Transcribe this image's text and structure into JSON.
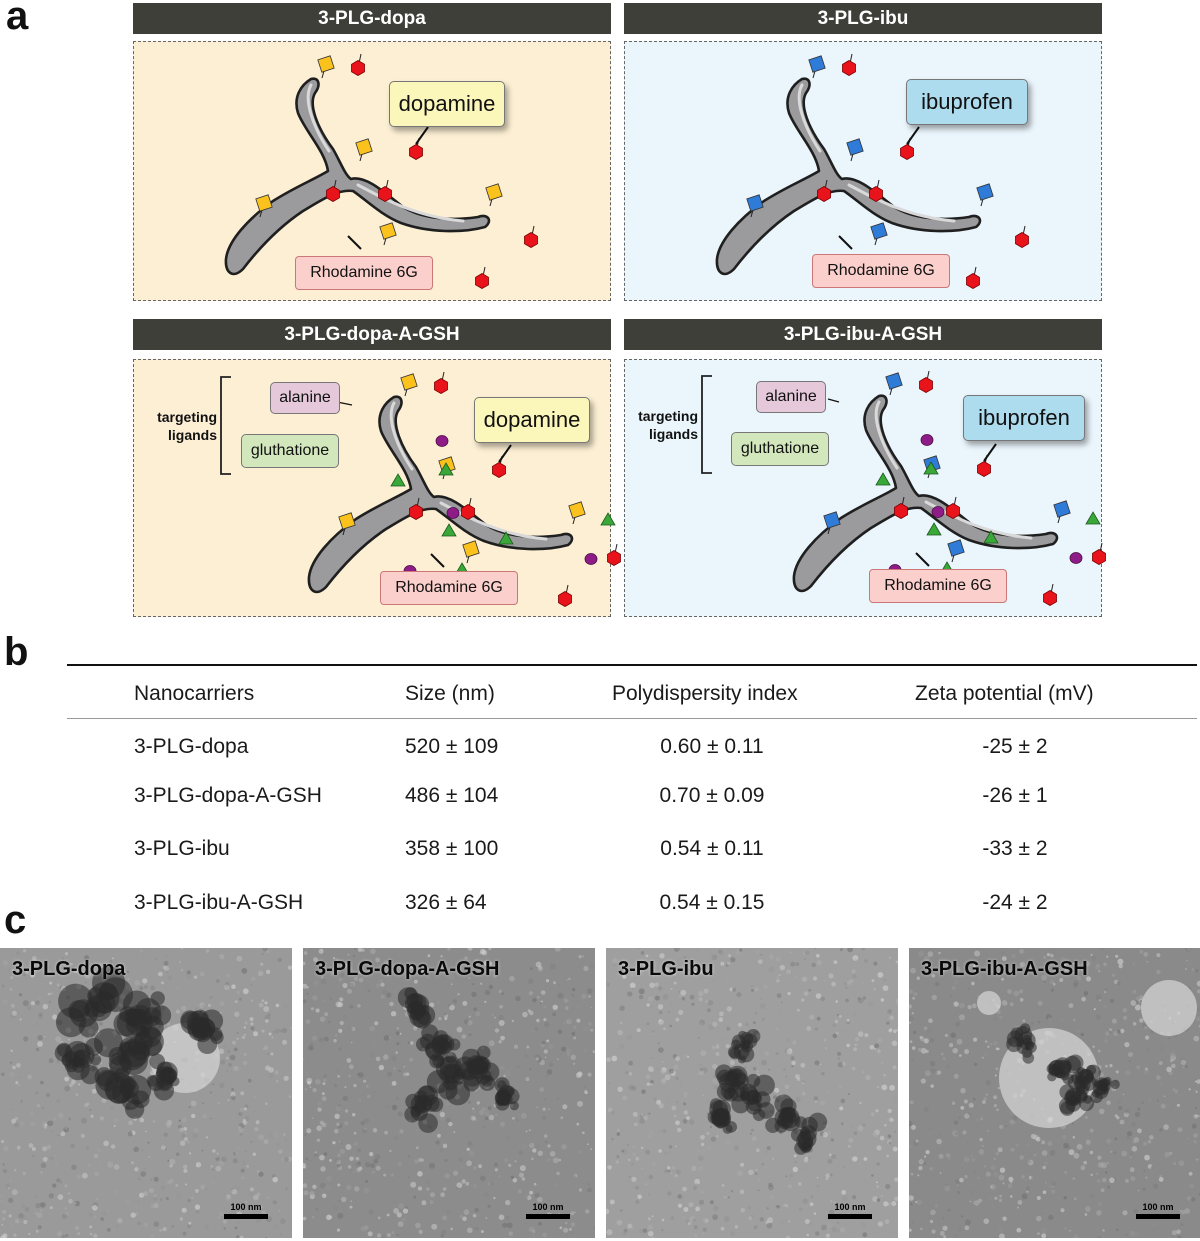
{
  "panels": {
    "a": "a",
    "b": "b",
    "c": "c"
  },
  "schemes": [
    {
      "title": "3-PLG-dopa",
      "drug_label": "dopamine",
      "dye_label": "Rhodamine 6G",
      "theme": "dopa",
      "targeted": false
    },
    {
      "title": "3-PLG-ibu",
      "drug_label": "ibuprofen",
      "dye_label": "Rhodamine 6G",
      "theme": "ibu",
      "targeted": false
    },
    {
      "title": "3-PLG-dopa-A-GSH",
      "drug_label": "dopamine",
      "dye_label": "Rhodamine 6G",
      "theme": "dopa",
      "targeted": true,
      "bracket_label_1": "targeting",
      "bracket_label_2": "ligands",
      "ligand_1": "alanine",
      "ligand_2": "gluthatione"
    },
    {
      "title": "3-PLG-ibu-A-GSH",
      "drug_label": "ibuprofen",
      "dye_label": "Rhodamine 6G",
      "theme": "ibu",
      "targeted": true,
      "bracket_label_1": "targeting",
      "bracket_label_2": "ligands",
      "ligand_1": "alanine",
      "ligand_2": "gluthatione"
    }
  ],
  "colors": {
    "dopa_bg": "#fcefd3",
    "ibu_bg": "#eaf5fc",
    "dopamine_box": "#fbf6b9",
    "ibuprofen_box": "#aedcef",
    "dye_box": "#fbd0cc",
    "alanine_box": "#e5c9da",
    "gsh_box": "#d3e7bc",
    "polymer": "#9b9b9d",
    "hexagon": "#e8131b",
    "square_dopa": "#fbc21e",
    "square_ibu": "#2f7bd8",
    "triangle": "#3aa838",
    "circle": "#8e1c86",
    "title_bar": "#3d3f38"
  },
  "table": {
    "headers": [
      "Nanocarriers",
      "Size (nm)",
      "Polydispersity index",
      "Zeta potential (mV)"
    ],
    "rows": [
      [
        "3-PLG-dopa",
        "520 ± 109",
        "0.60 ± 0.11",
        "-25 ± 2"
      ],
      [
        "3-PLG-dopa-A-GSH",
        "486 ± 104",
        "0.70 ± 0.09",
        "-26 ± 1"
      ],
      [
        "3-PLG-ibu",
        "358 ± 100",
        "0.54 ± 0.11",
        "-33 ± 2"
      ],
      [
        "3-PLG-ibu-A-GSH",
        "326 ± 64",
        "0.54 ± 0.15",
        "-24 ± 2"
      ]
    ]
  },
  "tem_images": [
    {
      "label": "3-PLG-dopa",
      "scale": "100 nm"
    },
    {
      "label": "3-PLG-dopa-A-GSH",
      "scale": "100 nm"
    },
    {
      "label": "3-PLG-ibu",
      "scale": "100 nm"
    },
    {
      "label": "3-PLG-ibu-A-GSH",
      "scale": "100 nm"
    }
  ]
}
